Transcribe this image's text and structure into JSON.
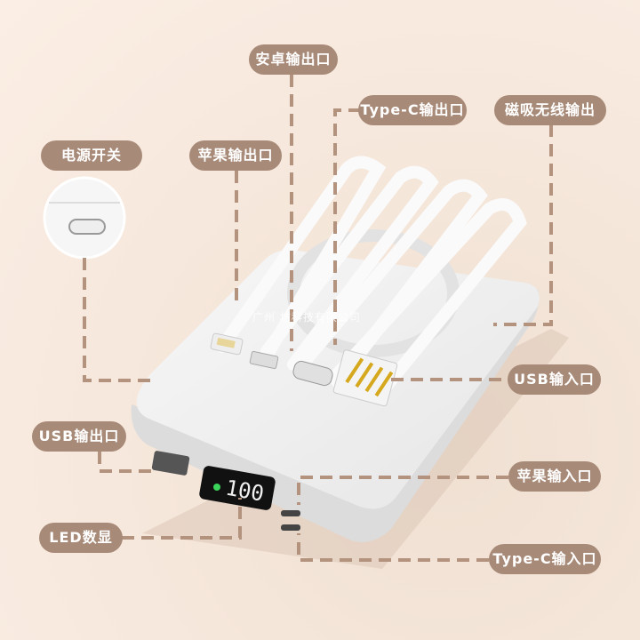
{
  "labels": {
    "android_output": "安卓输出口",
    "typec_output": "Type-C输出口",
    "magnetic_wireless_output": "磁吸无线输出",
    "power_switch": "电源开关",
    "apple_output": "苹果输出口",
    "usb_input": "USB输入口",
    "usb_output": "USB输出口",
    "apple_input": "苹果输入口",
    "led_display": "LED数显",
    "typec_input": "Type-C输入口"
  },
  "led_reading": "100",
  "watermark": "广州 坊科技有限公司",
  "colors": {
    "pill": "#a88a78",
    "dash": "#b3927e",
    "led_green": "#3bd45a"
  }
}
